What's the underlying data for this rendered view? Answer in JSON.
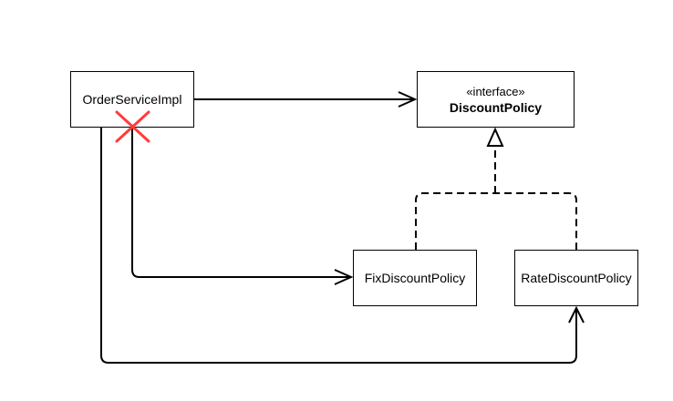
{
  "diagram": {
    "nodes": {
      "order_service": {
        "label": "OrderServiceImpl"
      },
      "discount_policy": {
        "stereotype": "«interface»",
        "label": "DiscountPolicy"
      },
      "fix_policy": {
        "label": "FixDiscountPolicy"
      },
      "rate_policy": {
        "label": "RateDiscountPolicy"
      }
    },
    "edges": [
      {
        "from": "OrderServiceImpl",
        "to": "DiscountPolicy",
        "kind": "dependency"
      },
      {
        "from": "OrderServiceImpl",
        "to": "FixDiscountPolicy",
        "kind": "dependency"
      },
      {
        "from": "OrderServiceImpl",
        "to": "RateDiscountPolicy",
        "kind": "dependency"
      },
      {
        "from": "FixDiscountPolicy",
        "to": "DiscountPolicy",
        "kind": "realization"
      },
      {
        "from": "RateDiscountPolicy",
        "to": "DiscountPolicy",
        "kind": "realization"
      }
    ],
    "markers": {
      "violation_mark": {
        "icon": "red-x-icon",
        "color": "#ff3b3b"
      }
    },
    "colors": {
      "line": "#000000",
      "box_border": "#000000",
      "background": "#ffffff"
    }
  }
}
